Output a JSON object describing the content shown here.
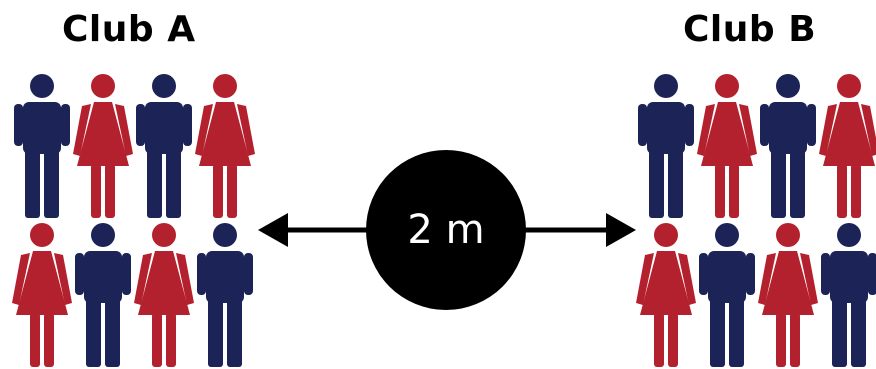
{
  "clubs": [
    {
      "name": "Club A",
      "members": [
        "man",
        "woman",
        "man",
        "woman",
        "woman",
        "man",
        "woman",
        "man"
      ]
    },
    {
      "name": "Club B",
      "members": [
        "man",
        "woman",
        "man",
        "woman",
        "woman",
        "man",
        "woman",
        "man"
      ]
    }
  ],
  "distance_label": "2 m",
  "colors": {
    "man": "#1c2357",
    "woman": "#b4212e",
    "marker": "#000000",
    "label_text": "#ffffff"
  },
  "icons": {
    "man": "man-icon",
    "woman": "woman-icon",
    "arrow": "double-arrow-icon"
  }
}
